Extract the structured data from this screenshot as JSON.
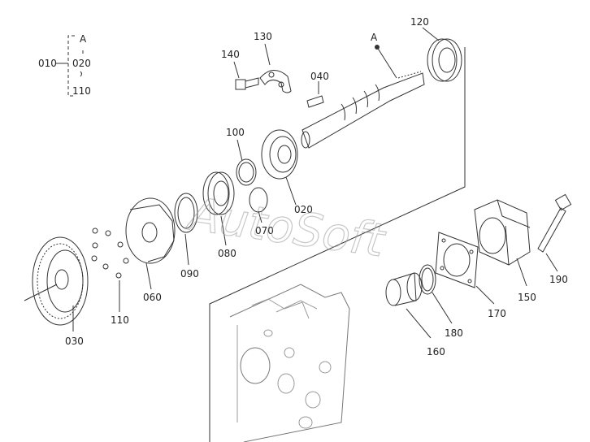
{
  "colors": {
    "line": "#333333",
    "paper": "#ffffff",
    "watermark": "#9a9a9a"
  },
  "watermark": "AutoSoft",
  "group_legend": {
    "group": "010",
    "top": "A",
    "middle": "020",
    "bottom": "110"
  },
  "marker_label": "A",
  "callouts": {
    "c020": "020",
    "c030": "030",
    "c040": "040",
    "c060": "060",
    "c070": "070",
    "c080": "080",
    "c090": "090",
    "c100": "100",
    "c110": "110",
    "c120": "120",
    "c130": "130",
    "c140": "140",
    "c150": "150",
    "c160": "160",
    "c170": "170",
    "c180": "180",
    "c190": "190"
  }
}
